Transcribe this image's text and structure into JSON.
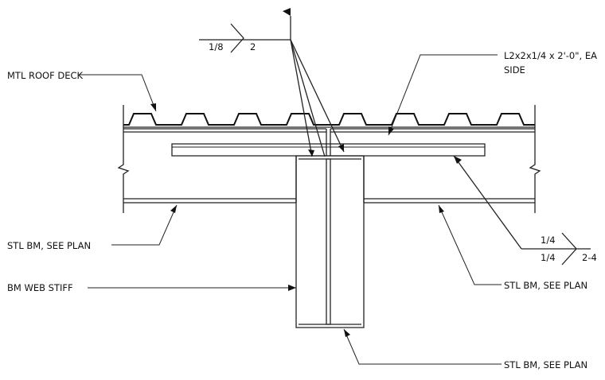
{
  "labels": {
    "roof_deck": "MTL ROOF DECK",
    "angle": "L2x2x1/4 x 2'-0\", EA",
    "angle_side": "SIDE",
    "beam_left": "STL BM, SEE PLAN",
    "web_stiff": "BM WEB STIFF",
    "beam_right": "STL BM, SEE PLAN",
    "beam_bottom": "STL BM, SEE PLAN"
  },
  "weld_top": {
    "size": "1/8",
    "length": "2"
  },
  "weld_right": {
    "size_top": "1/4",
    "size_bottom": "1/4",
    "length": "2-4"
  }
}
